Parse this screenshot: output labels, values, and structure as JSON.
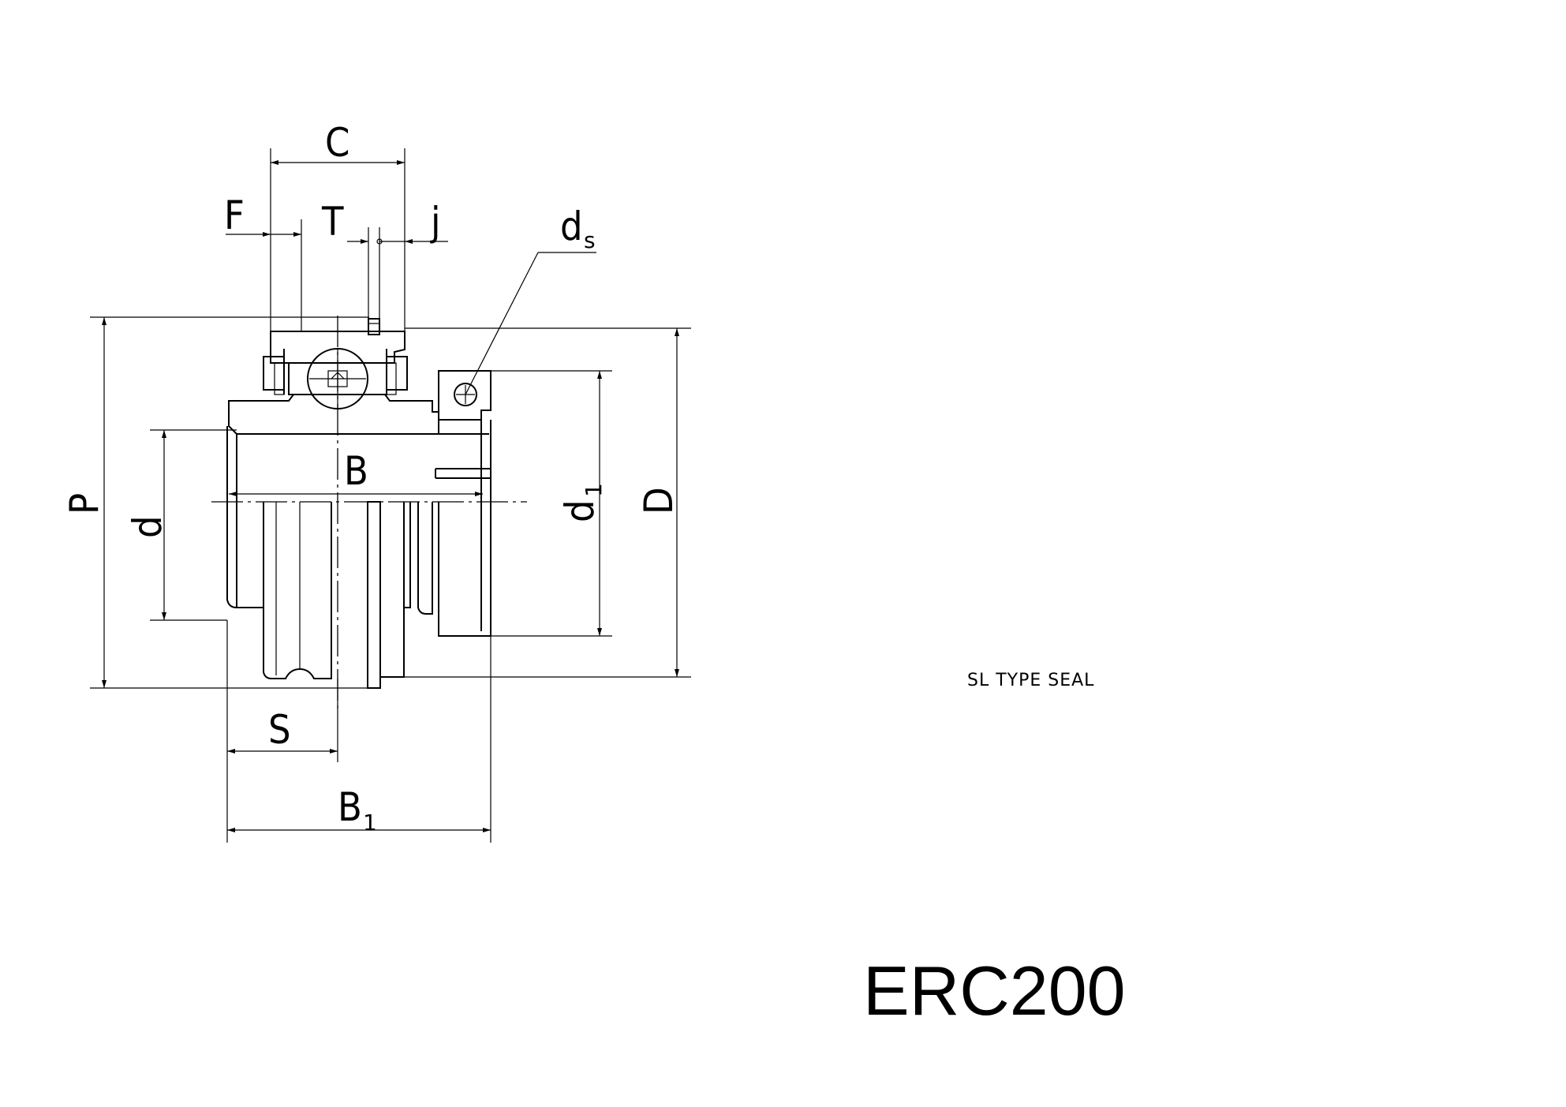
{
  "labels": {
    "C": "C",
    "F": "F",
    "T": "T",
    "j": "j",
    "ds_main": "d",
    "ds_sub": "s",
    "P": "P",
    "d": "d",
    "B": "B",
    "d1_main": "d",
    "d1_sub": "1",
    "D": "D",
    "S": "S",
    "B1_main": "B",
    "B1_sub": "1"
  },
  "seal_note": "SL  TYPE SEAL",
  "model": "ERC200"
}
